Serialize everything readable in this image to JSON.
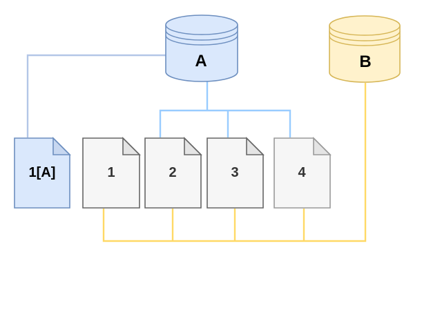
{
  "diagram": {
    "description": "Database replication diagram: database A linked to documents, database B linked to documents",
    "colors": {
      "background": "#ffffff",
      "blue_fill": "#dae8fc",
      "blue_stroke": "#6c8ebf",
      "blue_fold": "#c7d7f0",
      "yellow_fill": "#fff2cc",
      "yellow_stroke": "#d6b656",
      "gray_fill": "#f6f6f6",
      "gray_stroke": "#666666",
      "gray_stroke_light": "#999999",
      "gray_fold": "#e4e4e4",
      "connector_blue": "#99ccff",
      "connector_muted_blue": "#b3c6e7",
      "connector_yellow": "#ffd966",
      "label_black": "#000000",
      "label_dark": "#333333"
    },
    "databases": [
      {
        "label": "A"
      },
      {
        "label": "B"
      }
    ],
    "documents": [
      {
        "label": "1[A]"
      },
      {
        "label": "1"
      },
      {
        "label": "2"
      },
      {
        "label": "3"
      },
      {
        "label": "4"
      }
    ]
  }
}
